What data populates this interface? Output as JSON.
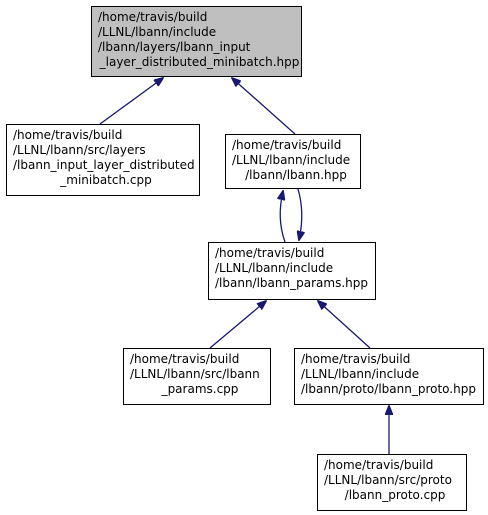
{
  "colors": {
    "edge": "#191970",
    "root_fill": "#bfbfbf",
    "node_fill": "#ffffff",
    "border": "#000000"
  },
  "nodes": {
    "root": [
      "/home/travis/build",
      "/LLNL/lbann/include",
      "/lbann/layers/lbann_input",
      "_layer_distributed_minibatch.hpp"
    ],
    "src_layer_cpp": [
      "/home/travis/build",
      "/LLNL/lbann/src/layers",
      "/lbann_input_layer_distributed",
      "_minibatch.cpp"
    ],
    "lbann_hpp": [
      "/home/travis/build",
      "/LLNL/lbann/include",
      "/lbann/lbann.hpp"
    ],
    "params_hpp": [
      "/home/travis/build",
      "/LLNL/lbann/include",
      "/lbann/lbann_params.hpp"
    ],
    "params_cpp": [
      "/home/travis/build",
      "/LLNL/lbann/src/lbann",
      "_params.cpp"
    ],
    "proto_hpp": [
      "/home/travis/build",
      "/LLNL/lbann/include",
      "/lbann/proto/lbann_proto.hpp"
    ],
    "proto_cpp": [
      "/home/travis/build",
      "/LLNL/lbann/src/proto",
      "/lbann_proto.cpp"
    ]
  }
}
